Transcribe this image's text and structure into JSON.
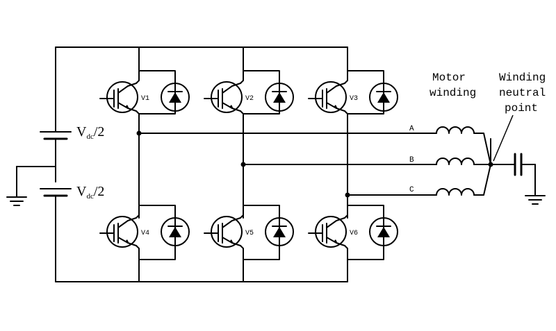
{
  "labels": {
    "vdc_top": "V",
    "vdc_top_sub": "dc",
    "vdc_top_tail": "/2",
    "vdc_bot": "V",
    "vdc_bot_sub": "dc",
    "vdc_bot_tail": "/2",
    "phase_a": "A",
    "phase_b": "B",
    "phase_c": "C",
    "motor_winding_line1": "Motor",
    "motor_winding_line2": "winding",
    "neutral_line1": "Winding",
    "neutral_line2": "neutral",
    "neutral_line3": "point"
  },
  "switches": {
    "v1": "V1",
    "v2": "V2",
    "v3": "V3",
    "v4": "V4",
    "v5": "V5",
    "v6": "V6"
  }
}
